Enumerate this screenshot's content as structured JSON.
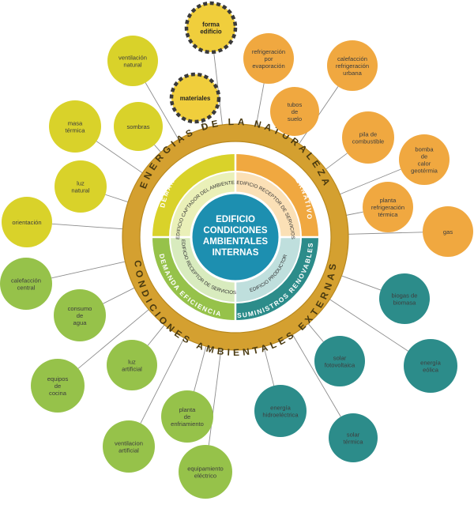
{
  "center": {
    "lines": [
      "EDIFICIO",
      "CONDICIONES",
      "AMBIENTALES",
      "INTERNAS"
    ]
  },
  "outer_ring": {
    "top": "ENERGIAS DE LA NATURALEZA",
    "bottom": "CONDICIONES AMBIENTALES EXTERNAS"
  },
  "mid_ring": {
    "top_left": "DEMANDA MINIMIZAR",
    "top_right": "SUMINISTROS ALTERNATIVOS",
    "bottom_left": "DEMANDA EFICIENCIA",
    "bottom_right": "SUMINISTROS RENOVABLES"
  },
  "inner_ring": {
    "top_left": "EDIFICIO CAPTADOR DEL AMBIENTE",
    "top_right": "EDIFICIO RECEPTOR DE SERVICIOS",
    "bottom_left": "EDIFICIO RECEPTOR DE SERVICIOS",
    "bottom_right": "EDIFICIO PRODUCTOR"
  },
  "nodes": [
    {
      "key": "forma",
      "lines": [
        "forma",
        "edificio"
      ],
      "style": "dashed"
    },
    {
      "key": "materiales",
      "lines": [
        "materiales"
      ],
      "style": "dashed"
    },
    {
      "key": "ventilacion-natural",
      "lines": [
        "ventilación",
        "natural"
      ],
      "style": "yellow"
    },
    {
      "key": "sombras",
      "lines": [
        "sombras"
      ],
      "style": "yellow"
    },
    {
      "key": "masa-termica",
      "lines": [
        "masa",
        "térmica"
      ],
      "style": "yellow"
    },
    {
      "key": "luz-natural",
      "lines": [
        "luz",
        "natural"
      ],
      "style": "yellow"
    },
    {
      "key": "orientacion",
      "lines": [
        "orientación"
      ],
      "style": "yellow"
    },
    {
      "key": "refrigeracion-evaporacion",
      "lines": [
        "refrigeración",
        "por",
        "evaporación"
      ],
      "style": "orange"
    },
    {
      "key": "calefaccion-urbana",
      "lines": [
        "calefacción",
        "refrigeración",
        "urbana"
      ],
      "style": "orange"
    },
    {
      "key": "tubos-suelo",
      "lines": [
        "tubos",
        "de",
        "suelo"
      ],
      "style": "orange"
    },
    {
      "key": "pila-combustible",
      "lines": [
        "pila de",
        "combustible"
      ],
      "style": "orange"
    },
    {
      "key": "bomba-calor",
      "lines": [
        "bomba",
        "de",
        "calor",
        "geotérmia"
      ],
      "style": "orange"
    },
    {
      "key": "planta-refrigeracion-termica",
      "lines": [
        "planta",
        "refrigeración",
        "térmica"
      ],
      "style": "orange"
    },
    {
      "key": "gas",
      "lines": [
        "gas"
      ],
      "style": "orange"
    },
    {
      "key": "calefaccion-central",
      "lines": [
        "calefacción",
        "central"
      ],
      "style": "green"
    },
    {
      "key": "consumo-agua",
      "lines": [
        "consumo",
        "de",
        "agua"
      ],
      "style": "green"
    },
    {
      "key": "equipos-cocina",
      "lines": [
        "equipos",
        "de",
        "cocina"
      ],
      "style": "green"
    },
    {
      "key": "luz-artificial",
      "lines": [
        "luz",
        "artificial"
      ],
      "style": "green"
    },
    {
      "key": "planta-enfriamiento",
      "lines": [
        "planta",
        "de",
        "enfriamiento"
      ],
      "style": "green"
    },
    {
      "key": "ventilacion-artificial",
      "lines": [
        "ventilacion",
        "artificial"
      ],
      "style": "green"
    },
    {
      "key": "equipamiento-electrico",
      "lines": [
        "equipamiento",
        "eléctrico"
      ],
      "style": "green"
    },
    {
      "key": "biogas",
      "lines": [
        "biogas de",
        "biomasa"
      ],
      "style": "teal"
    },
    {
      "key": "energia-eolica",
      "lines": [
        "energía",
        "eólica"
      ],
      "style": "teal"
    },
    {
      "key": "solar-fotovoltaica",
      "lines": [
        "solar",
        "fotovoltaica"
      ],
      "style": "teal"
    },
    {
      "key": "energia-hidroelectrica",
      "lines": [
        "energía",
        "hidroeléctrica"
      ],
      "style": "teal"
    },
    {
      "key": "solar-termica",
      "lines": [
        "solar",
        "térmica"
      ],
      "style": "teal"
    }
  ],
  "colors": {
    "yellow": "#d9d22a",
    "orange": "#f0a840",
    "green": "#96c24a",
    "teal": "#2c8c8a",
    "dashed": "#f0ce3c",
    "gold_ring": "#d4a030",
    "core": "#1d8fb0"
  }
}
